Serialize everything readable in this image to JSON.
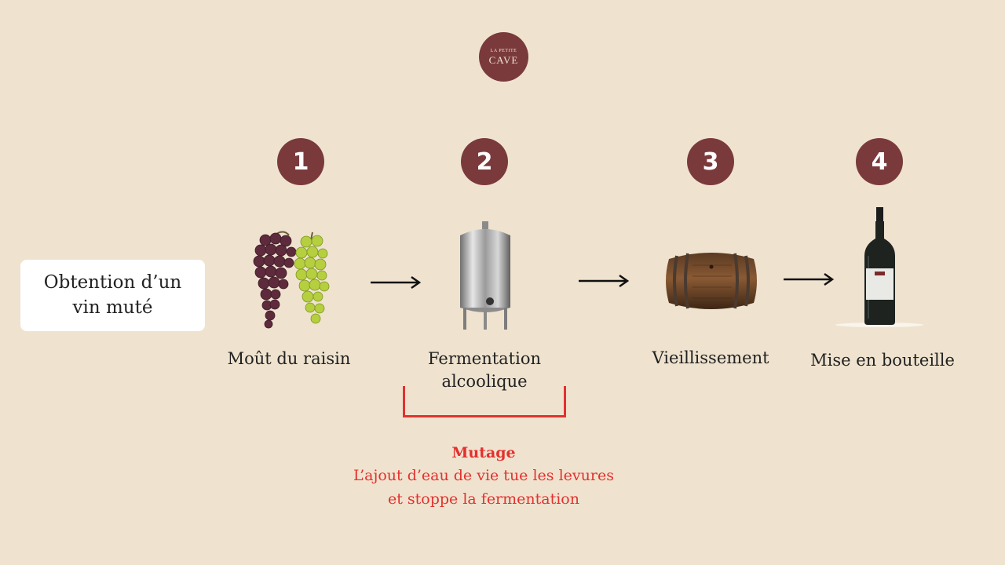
{
  "logo": {
    "line1": "LA PETITE",
    "line2": "CAVE"
  },
  "intro_box": {
    "text": "Obtention d’un vin muté"
  },
  "steps": [
    {
      "number": "1",
      "label": "Moût du raisin",
      "icon": "grapes-icon"
    },
    {
      "number": "2",
      "label": "Fermentation alcoolique",
      "icon": "fermentation-tank-icon"
    },
    {
      "number": "3",
      "label": "Vieillissement",
      "icon": "barrel-icon"
    },
    {
      "number": "4",
      "label": "Mise en bouteille",
      "icon": "wine-bottle-icon"
    }
  ],
  "mutage": {
    "title": "Mutage",
    "line1": "L’ajout d’eau de vie tue les levures",
    "line2": "et stoppe la fermentation"
  },
  "colors": {
    "background": "#efe3cf",
    "accent": "#7a3a3c",
    "highlight": "#e3312f"
  }
}
